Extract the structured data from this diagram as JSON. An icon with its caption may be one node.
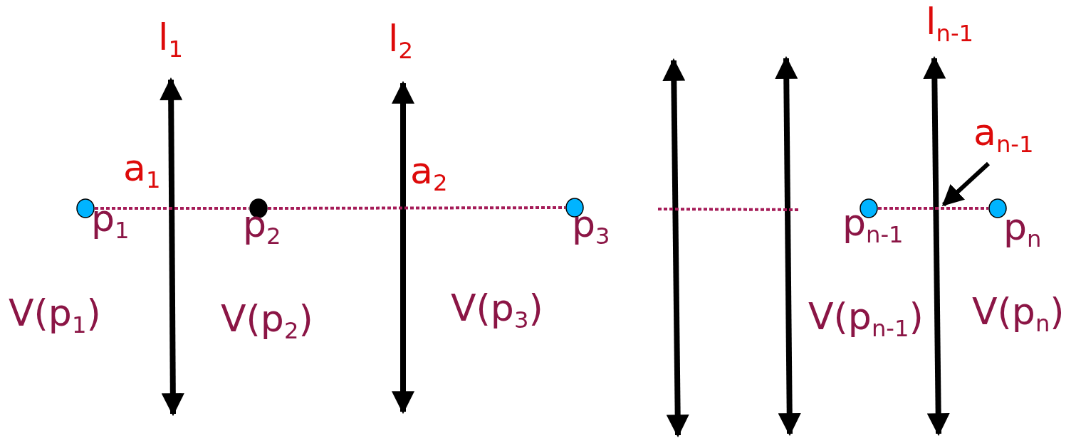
{
  "diagram": {
    "nodes": [
      {
        "text": [
          "p$_{1}$"
        ]
      },
      {
        "text": [
          "p$_{2}$"
        ]
      },
      {
        "text": [
          "p$_{3}$"
        ]
      },
      {
        "text": [
          "p$_{n-1}$"
        ]
      },
      {
        "text": [
          "p$_{n}$"
        ]
      },
      {
        "text": [
          "a$_{n-1}$"
        ]
      }
    ],
    "edges": [
      {
        "from": 0,
        "to": 1,
        "arrow": "none",
        "style": "dashed"
      },
      {
        "from": 1,
        "to": 2,
        "arrow": "none",
        "style": "dashed"
      },
      {
        "from": 3,
        "to": 4,
        "arrow": "none",
        "style": "dashed"
      },
      {
        "from": 5,
        "to": null,
        "arrow": "to",
        "color": "#000000"
      }
    ],
    "labels": [
      "l$_{1}$",
      "l$_{2}$",
      "l$_{n-1}$",
      "a$_{1}$",
      "a$_{2}$",
      "V(p$_{1}$)",
      "V(p$_{2}$)",
      "V(p$_{3}$)",
      "V(p$_{n-1}$)",
      "V(p$_{n}$)"
    ]
  }
}
